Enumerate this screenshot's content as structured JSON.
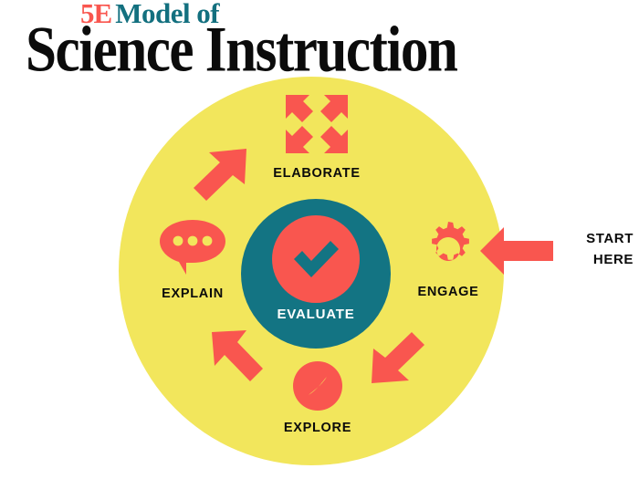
{
  "title": {
    "eyebrow_accent": "5E",
    "eyebrow_rest": "Model of",
    "main": "Science Instruction",
    "accent_color": "#f9564f",
    "eyebrow_color": "#13707f",
    "main_color": "#0b0b0b"
  },
  "colors": {
    "wheel_yellow": "#f2e65c",
    "coral": "#f9564f",
    "teal": "#137483",
    "black": "#0b0b0b",
    "white": "#ffffff"
  },
  "center": {
    "label": "EVALUATE",
    "icon": "check-circle-icon"
  },
  "phases": [
    {
      "label": "ELABORATE",
      "icon": "expand-arrows-icon",
      "position": "top"
    },
    {
      "label": "ENGAGE",
      "icon": "gear-icon",
      "position": "right"
    },
    {
      "label": "EXPLORE",
      "icon": "compass-icon",
      "position": "bottom"
    },
    {
      "label": "EXPLAIN",
      "icon": "speech-bubble-icon",
      "position": "left"
    }
  ],
  "cycle_arrows": [
    {
      "icon": "arrow-northeast-icon",
      "from": "EXPLAIN",
      "to": "ELABORATE"
    },
    {
      "icon": "arrow-southwest-icon",
      "from": "ENGAGE",
      "to": "EXPLORE"
    },
    {
      "icon": "arrow-northwest-icon",
      "from": "EXPLORE",
      "to": "EXPLAIN"
    }
  ],
  "callout": {
    "line1": "START",
    "line2": "HERE",
    "icon": "arrow-left-icon"
  }
}
